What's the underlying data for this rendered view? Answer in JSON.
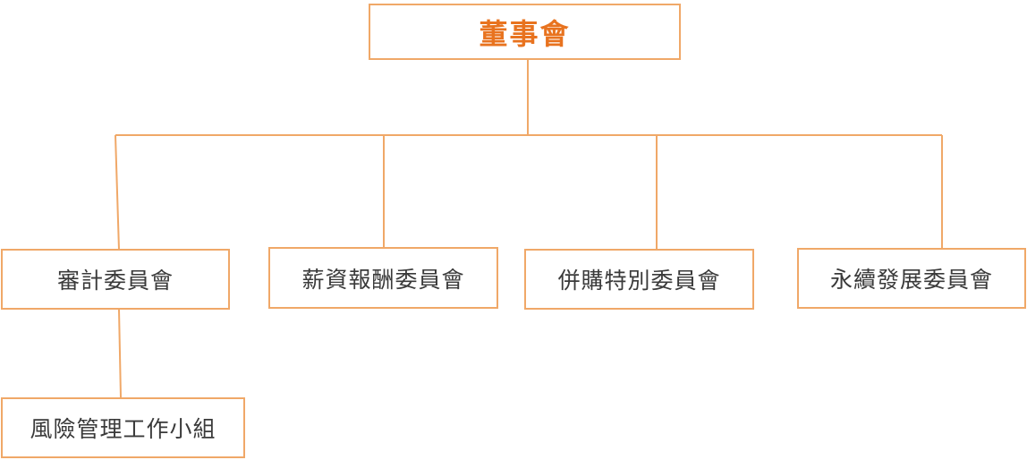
{
  "colors": {
    "line": "#f0a868",
    "root_text": "#e8731f",
    "text": "#3a3a3a"
  },
  "diagram": {
    "root": {
      "label": "董事會"
    },
    "committees": [
      {
        "label": "審計委員會"
      },
      {
        "label": "薪資報酬委員會"
      },
      {
        "label": "併購特別委員會"
      },
      {
        "label": "永續發展委員會"
      }
    ],
    "subgroup": {
      "label": "風險管理工作小組"
    }
  }
}
